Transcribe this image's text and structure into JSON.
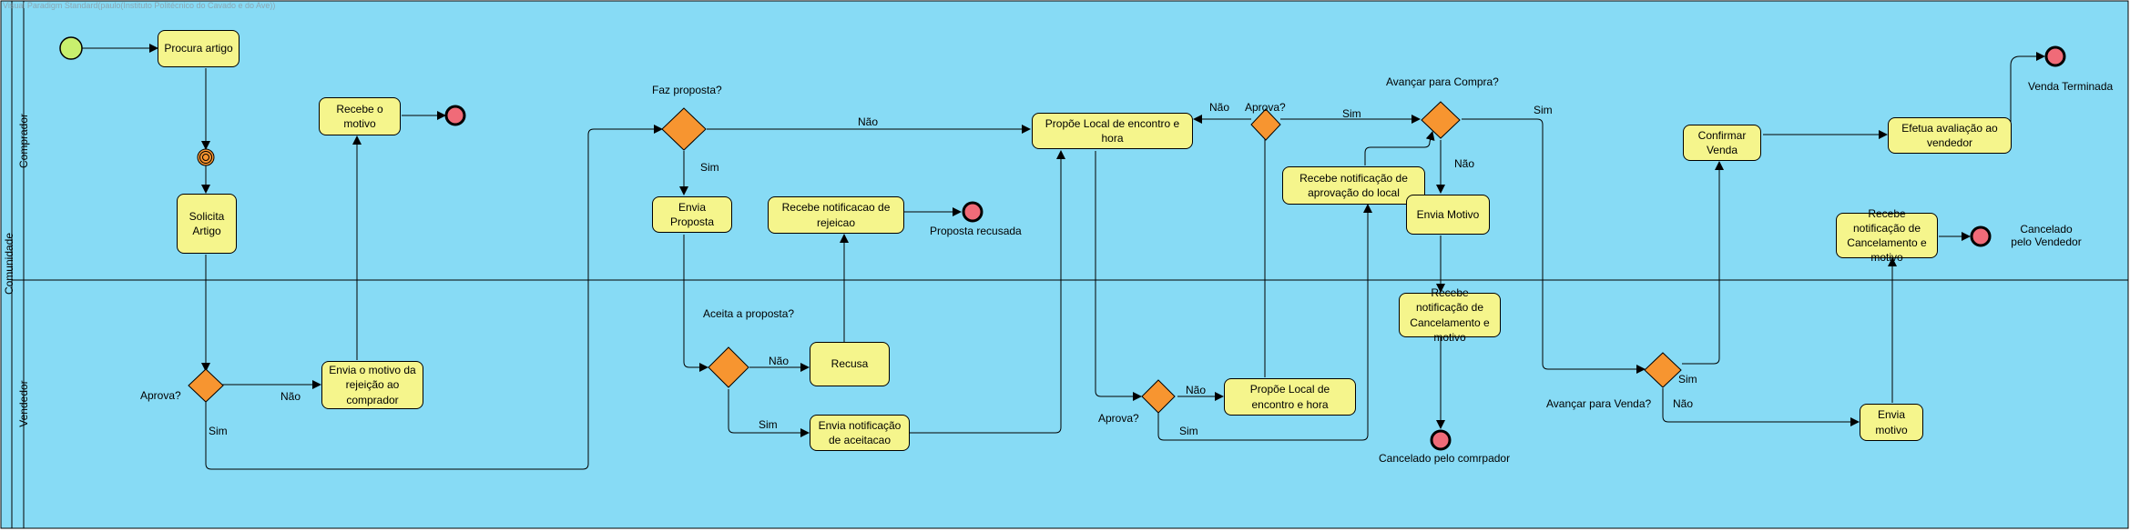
{
  "watermark": "Visual Paradigm Standard(paulo(Instituto Politécnico do Cavado e do Ave))",
  "pool": {
    "name": "Comunidade"
  },
  "lanes": {
    "top": "Comprador",
    "bottom": "Vendedor"
  },
  "tasks": {
    "procura_artigo": "Procura artigo",
    "recebe_motivo": "Recebe o motivo",
    "solicita_artigo": "Solicita Artigo",
    "envia_motivo_rejeicao": "Envia o motivo da rejeição ao comprador",
    "envia_proposta": "Envia Proposta",
    "recebe_notif_rejeicao": "Recebe notificacao de rejeicao",
    "recusa": "Recusa",
    "envia_notif_aceitacao": "Envia notificação de aceitacao",
    "propoe_local_comprador": "Propõe Local de encontro e hora",
    "propoe_local_vendedor": "Propõe Local de encontro e hora",
    "recebe_notif_aprovacao_local": "Recebe notificação de aprovação do local",
    "envia_motivo": "Envia Motivo",
    "recebe_notif_cancelamento_vendedor": "Recebe notificação de Cancelamento e motivo",
    "confirmar_venda": "Confirmar Venda",
    "efetua_avaliacao": "Efetua avaliação ao vendedor",
    "recebe_notif_cancelamento_comprador": "Recebe notificação de Cancelamento e motivo",
    "envia_motivo_vendedor": "Envia motivo"
  },
  "gateways": {
    "aprova_1": "Aprova?",
    "faz_proposta": "Faz proposta?",
    "aceita_proposta": "Aceita a proposta?",
    "aprova_2": "Aprova?",
    "aprova_3": "Aprova?",
    "avancar_compra": "Avançar para Compra?",
    "avancar_venda": "Avançar para Venda?"
  },
  "flow_labels": {
    "nao": "Não",
    "sim": "Sim"
  },
  "end_events": {
    "proposta_recusada": "Proposta recusada",
    "cancelado_comprador": "Cancelado pelo comrpador",
    "venda_terminada": "Venda Terminada",
    "cancelado_vendedor": "Cancelado pelo Vendedor"
  },
  "colors": {
    "pool_bg": "#87dbf5",
    "task_fill": "#f5f58c",
    "gateway_fill": "#f79530",
    "start_fill": "#c8f06e",
    "end_fill": "#f06b78"
  }
}
